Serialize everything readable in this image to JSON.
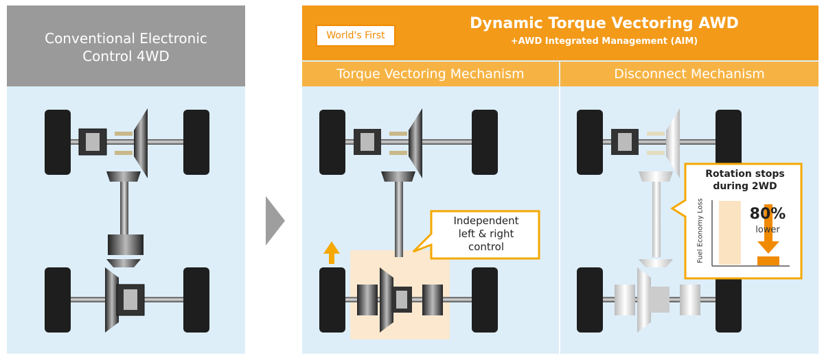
{
  "left_panel": {
    "title_line1": "Conventional Electronic",
    "title_line2": "Control 4WD"
  },
  "right_panel": {
    "badge": "World's First",
    "title": "Dynamic Torque Vectoring AWD",
    "subtitle": "+AWD Integrated Management (AIM)",
    "sub_left": "Torque Vectoring Mechanism",
    "sub_right": "Disconnect Mechanism"
  },
  "callouts": {
    "independent_line1": "Independent",
    "independent_line2": "left & right",
    "independent_line3": "control",
    "rotation_line1": "Rotation stops",
    "rotation_line2": "during 2WD",
    "percent": "80%",
    "lower": "lower",
    "axis_label": "Fuel Economy Loss"
  },
  "colors": {
    "gray_header": "#9a9a9a",
    "orange_header": "#f39a19",
    "orange_sub": "#f6b343",
    "panel_bg": "#ddeef9",
    "arrow_gray": "#9e9e9e"
  }
}
